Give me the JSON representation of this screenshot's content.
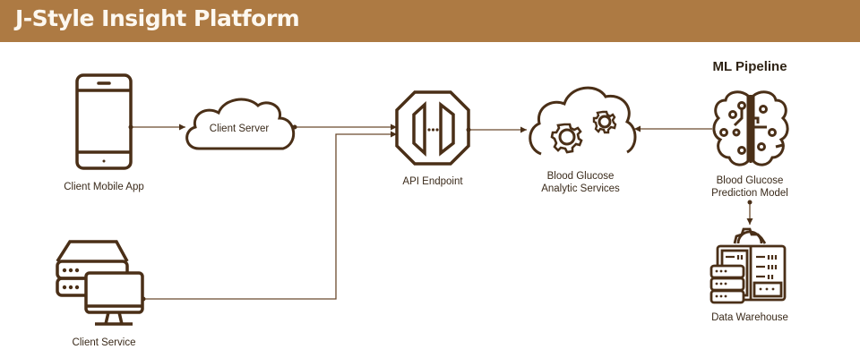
{
  "header": {
    "title": "J-Style Insight Platform"
  },
  "colors": {
    "header_bg": "#ad7a43",
    "icon_stroke": "#4a2f17",
    "connector": "#6b4a2e"
  },
  "sections": {
    "ml_pipeline_title": "ML Pipeline"
  },
  "nodes": {
    "client_mobile_app": {
      "label": "Client Mobile App",
      "icon": "smartphone-icon"
    },
    "client_server": {
      "label": "Client Server",
      "icon": "cloud-icon"
    },
    "client_service": {
      "label": "Client Service",
      "icon": "server-monitor-icon"
    },
    "api_endpoint": {
      "label": "API Endpoint",
      "icon": "api-gateway-icon"
    },
    "analytic_services": {
      "label_line1": "Blood Glucose",
      "label_line2": "Analytic Services",
      "icon": "cloud-gears-icon"
    },
    "prediction_model": {
      "label_line1": "Blood Glucose",
      "label_line2": "Prediction Model",
      "icon": "brain-circuit-icon"
    },
    "data_warehouse": {
      "label": "Data Warehouse",
      "icon": "data-warehouse-icon"
    }
  },
  "connections": [
    {
      "from": "Client Mobile App",
      "to": "Client Server"
    },
    {
      "from": "Client Server",
      "to": "API Endpoint"
    },
    {
      "from": "Client Service",
      "to": "API Endpoint"
    },
    {
      "from": "API Endpoint",
      "to": "Blood Glucose Analytic Services"
    },
    {
      "from": "Blood Glucose Prediction Model",
      "to": "Blood Glucose Analytic Services"
    },
    {
      "from": "Blood Glucose Prediction Model",
      "to": "Data Warehouse"
    }
  ]
}
